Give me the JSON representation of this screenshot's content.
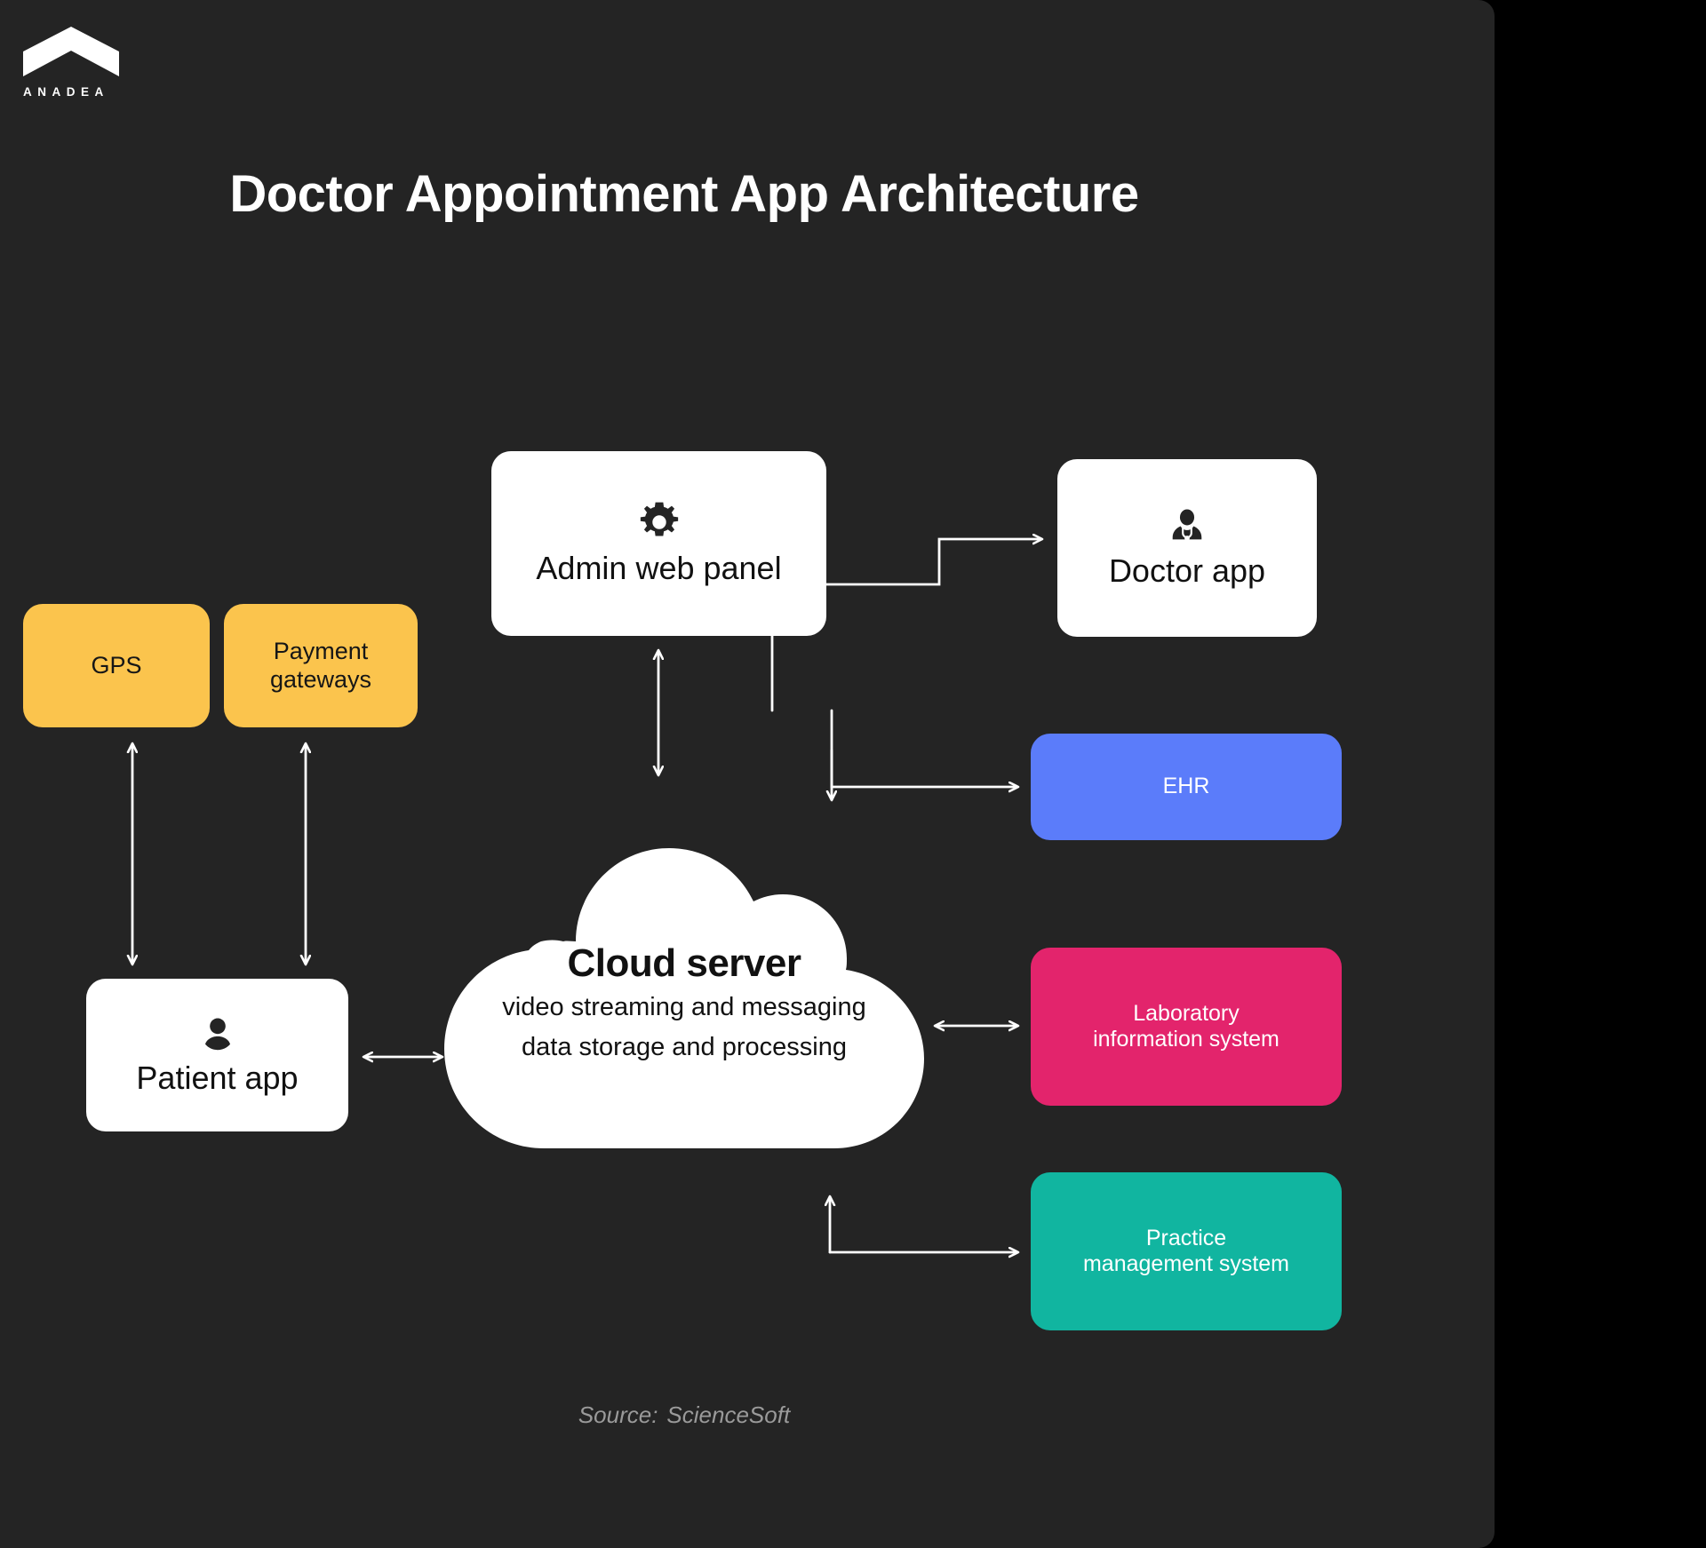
{
  "brand": {
    "name": "ANADEA",
    "logo_icon": "chevron-logo-icon"
  },
  "page": {
    "title": "Doctor Appointment App Architecture",
    "background_color": "#242424",
    "canvas_color": "#000000"
  },
  "source": {
    "label": "Source:",
    "name": "ScienceSoft"
  },
  "diagram": {
    "type": "architecture-flow",
    "nodes": [
      {
        "id": "gps",
        "label": "GPS",
        "color": "#FBC44D",
        "text_color": "#161616",
        "icon": null
      },
      {
        "id": "payment",
        "label_line1": "Payment",
        "label_line2": "gateways",
        "color": "#FBC44D",
        "text_color": "#161616",
        "icon": null
      },
      {
        "id": "patient_app",
        "label": "Patient app",
        "color": "#FFFFFF",
        "text_color": "#111111",
        "icon": "person-icon"
      },
      {
        "id": "admin_panel",
        "label": "Admin web panel",
        "color": "#FFFFFF",
        "text_color": "#111111",
        "icon": "gear-icon"
      },
      {
        "id": "doctor_app",
        "label": "Doctor app",
        "color": "#FFFFFF",
        "text_color": "#111111",
        "icon": "doctor-icon"
      },
      {
        "id": "cloud_server",
        "label": "Cloud server",
        "sub_line1": "video streaming and messaging",
        "sub_line2": "data storage and processing",
        "color": "#FFFFFF",
        "text_color": "#111111",
        "icon": "cloud-icon"
      },
      {
        "id": "ehr",
        "label": "EHR",
        "color": "#5B7CFA",
        "text_color": "#FFFFFF",
        "icon": null
      },
      {
        "id": "lab_system",
        "label_line1": "Laboratory",
        "label_line2": "information system",
        "color": "#E3246C",
        "text_color": "#FFFFFF",
        "icon": null
      },
      {
        "id": "practice_mgmt",
        "label_line1": "Practice",
        "label_line2": "management system",
        "color": "#11B5A0",
        "text_color": "#FFFFFF",
        "icon": null
      }
    ],
    "edges": [
      {
        "from": "gps",
        "to": "patient_app",
        "direction": "both"
      },
      {
        "from": "payment",
        "to": "patient_app",
        "direction": "both"
      },
      {
        "from": "patient_app",
        "to": "cloud_server",
        "direction": "both"
      },
      {
        "from": "admin_panel",
        "to": "cloud_server",
        "direction": "both"
      },
      {
        "from": "cloud_server",
        "to": "doctor_app",
        "direction": "forward"
      },
      {
        "from": "cloud_server",
        "to": "ehr",
        "direction": "forward"
      },
      {
        "from": "cloud_server",
        "to": "lab_system",
        "direction": "both"
      },
      {
        "from": "cloud_server",
        "to": "practice_mgmt",
        "direction": "forward"
      }
    ],
    "arrow_color": "#FFFFFF"
  }
}
